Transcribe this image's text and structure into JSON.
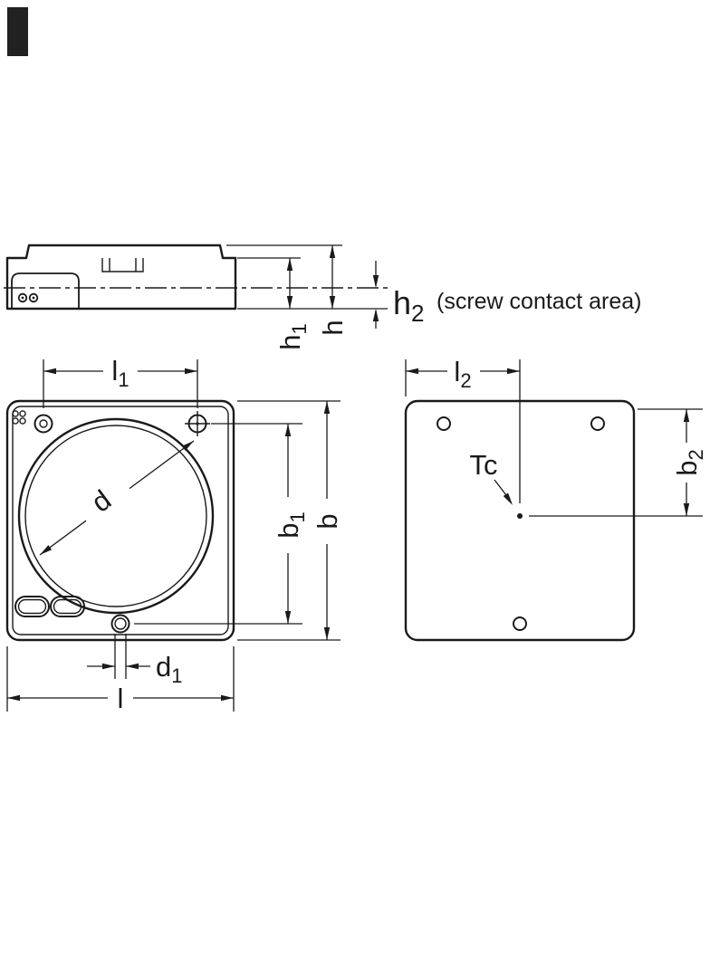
{
  "title": "Luminaire ballast dimension drawing",
  "colors": {
    "line": "#1a1a1a",
    "background": "#ffffff",
    "print_mark": "#212121"
  },
  "side_view": {
    "dim_h": {
      "base": "h"
    },
    "dim_h1": {
      "base": "h",
      "sub": "1"
    },
    "dim_h2": {
      "base": "h",
      "sub": "2",
      "note": "(screw contact area)"
    }
  },
  "front_view": {
    "dim_l1": {
      "base": "l",
      "sub": "1"
    },
    "dim_d": {
      "base": "d"
    },
    "dim_b1": {
      "base": "b",
      "sub": "1"
    },
    "dim_b": {
      "base": "b"
    },
    "dim_d1": {
      "base": "d",
      "sub": "1"
    },
    "dim_l": {
      "base": "l"
    }
  },
  "back_view": {
    "dim_l2": {
      "base": "l",
      "sub": "2"
    },
    "dim_b2": {
      "base": "b",
      "sub": "2"
    },
    "label_tc": "Tc"
  }
}
